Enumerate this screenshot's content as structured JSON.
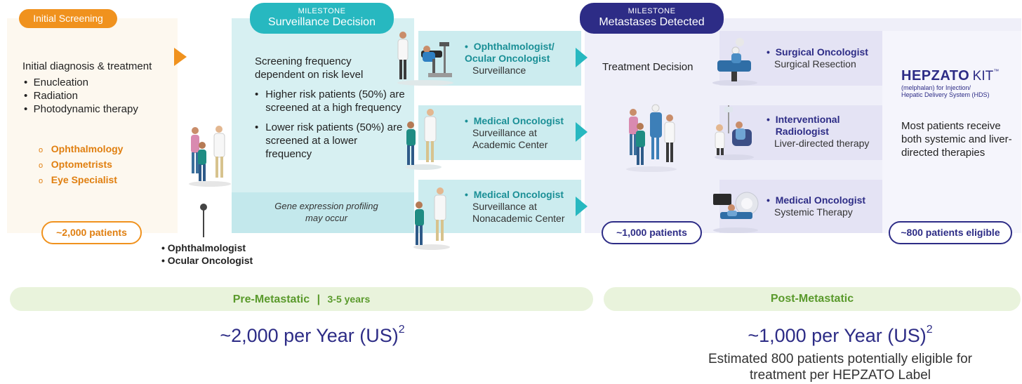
{
  "initial": {
    "label": "Initial Screening",
    "heading": "Initial diagnosis & treatment",
    "treatments": [
      "Enucleation",
      "Radiation",
      "Photodynamic therapy"
    ],
    "specialists": [
      "Ophthalmology",
      "Optometrists",
      "Eye Specialist"
    ],
    "count": "~2,000 patients"
  },
  "handoff": {
    "items": [
      "Ophthalmologist",
      "Ocular Oncologist"
    ]
  },
  "surveillance": {
    "milestone": "MILESTONE",
    "title": "Surveillance Decision",
    "intro": "Screening frequency dependent on risk level",
    "bullets": [
      "Higher risk patients (50%) are screened at a high frequency",
      "Lower risk patients (50%) are screened at a lower frequency"
    ],
    "gene_note": "Gene expression profiling may occur"
  },
  "surveillance_paths": [
    {
      "title": "Ophthalmologist/ Ocular Oncologist",
      "sub": "Surveillance"
    },
    {
      "title": "Medical Oncologist",
      "sub": "Surveillance at Academic Center"
    },
    {
      "title": "Medical Oncologist",
      "sub": "Surveillance at Nonacademic Center"
    }
  ],
  "metastases": {
    "milestone": "MILESTONE",
    "title": "Metastases Detected",
    "decision": "Treatment Decision",
    "count": "~1,000 patients"
  },
  "treatment_paths": [
    {
      "title": "Surgical Oncologist",
      "sub": "Surgical Resection"
    },
    {
      "title": "Interventional Radiologist",
      "sub": "Liver-directed therapy"
    },
    {
      "title": "Medical Oncologist",
      "sub": "Systemic Therapy"
    }
  ],
  "hepzato": {
    "brand": "HEPZATO",
    "kit": "KIT",
    "tm": "™",
    "line1": "(melphalan) for Injection/",
    "line2": "Hepatic Delivery System (HDS)",
    "note": "Most patients receive both systemic and liver-directed therapies",
    "count": "~800 patients eligible"
  },
  "timeline": {
    "pre_label": "Pre-Metastatic",
    "pre_sep": "|",
    "pre_years": "3-5 years",
    "post_label": "Post-Metastatic"
  },
  "stats": {
    "pre_stat": "~2,000 per Year (US)",
    "pre_sup": "2",
    "post_stat": "~1,000 per Year (US)",
    "post_sup": "2",
    "post_note": "Estimated 800 patients potentially eligible for treatment per HEPZATO Label"
  },
  "colors": {
    "orange": "#f0921e",
    "teal": "#27b8c0",
    "navy": "#2d2c86",
    "green_text": "#5a9a2c",
    "green_bar": "#e9f3dc"
  },
  "icons": [
    "doctor-patient-figures",
    "exam-chair-figure",
    "surgery-figure",
    "infusion-chair-figure",
    "scanner-figure",
    "care-team-figures"
  ]
}
